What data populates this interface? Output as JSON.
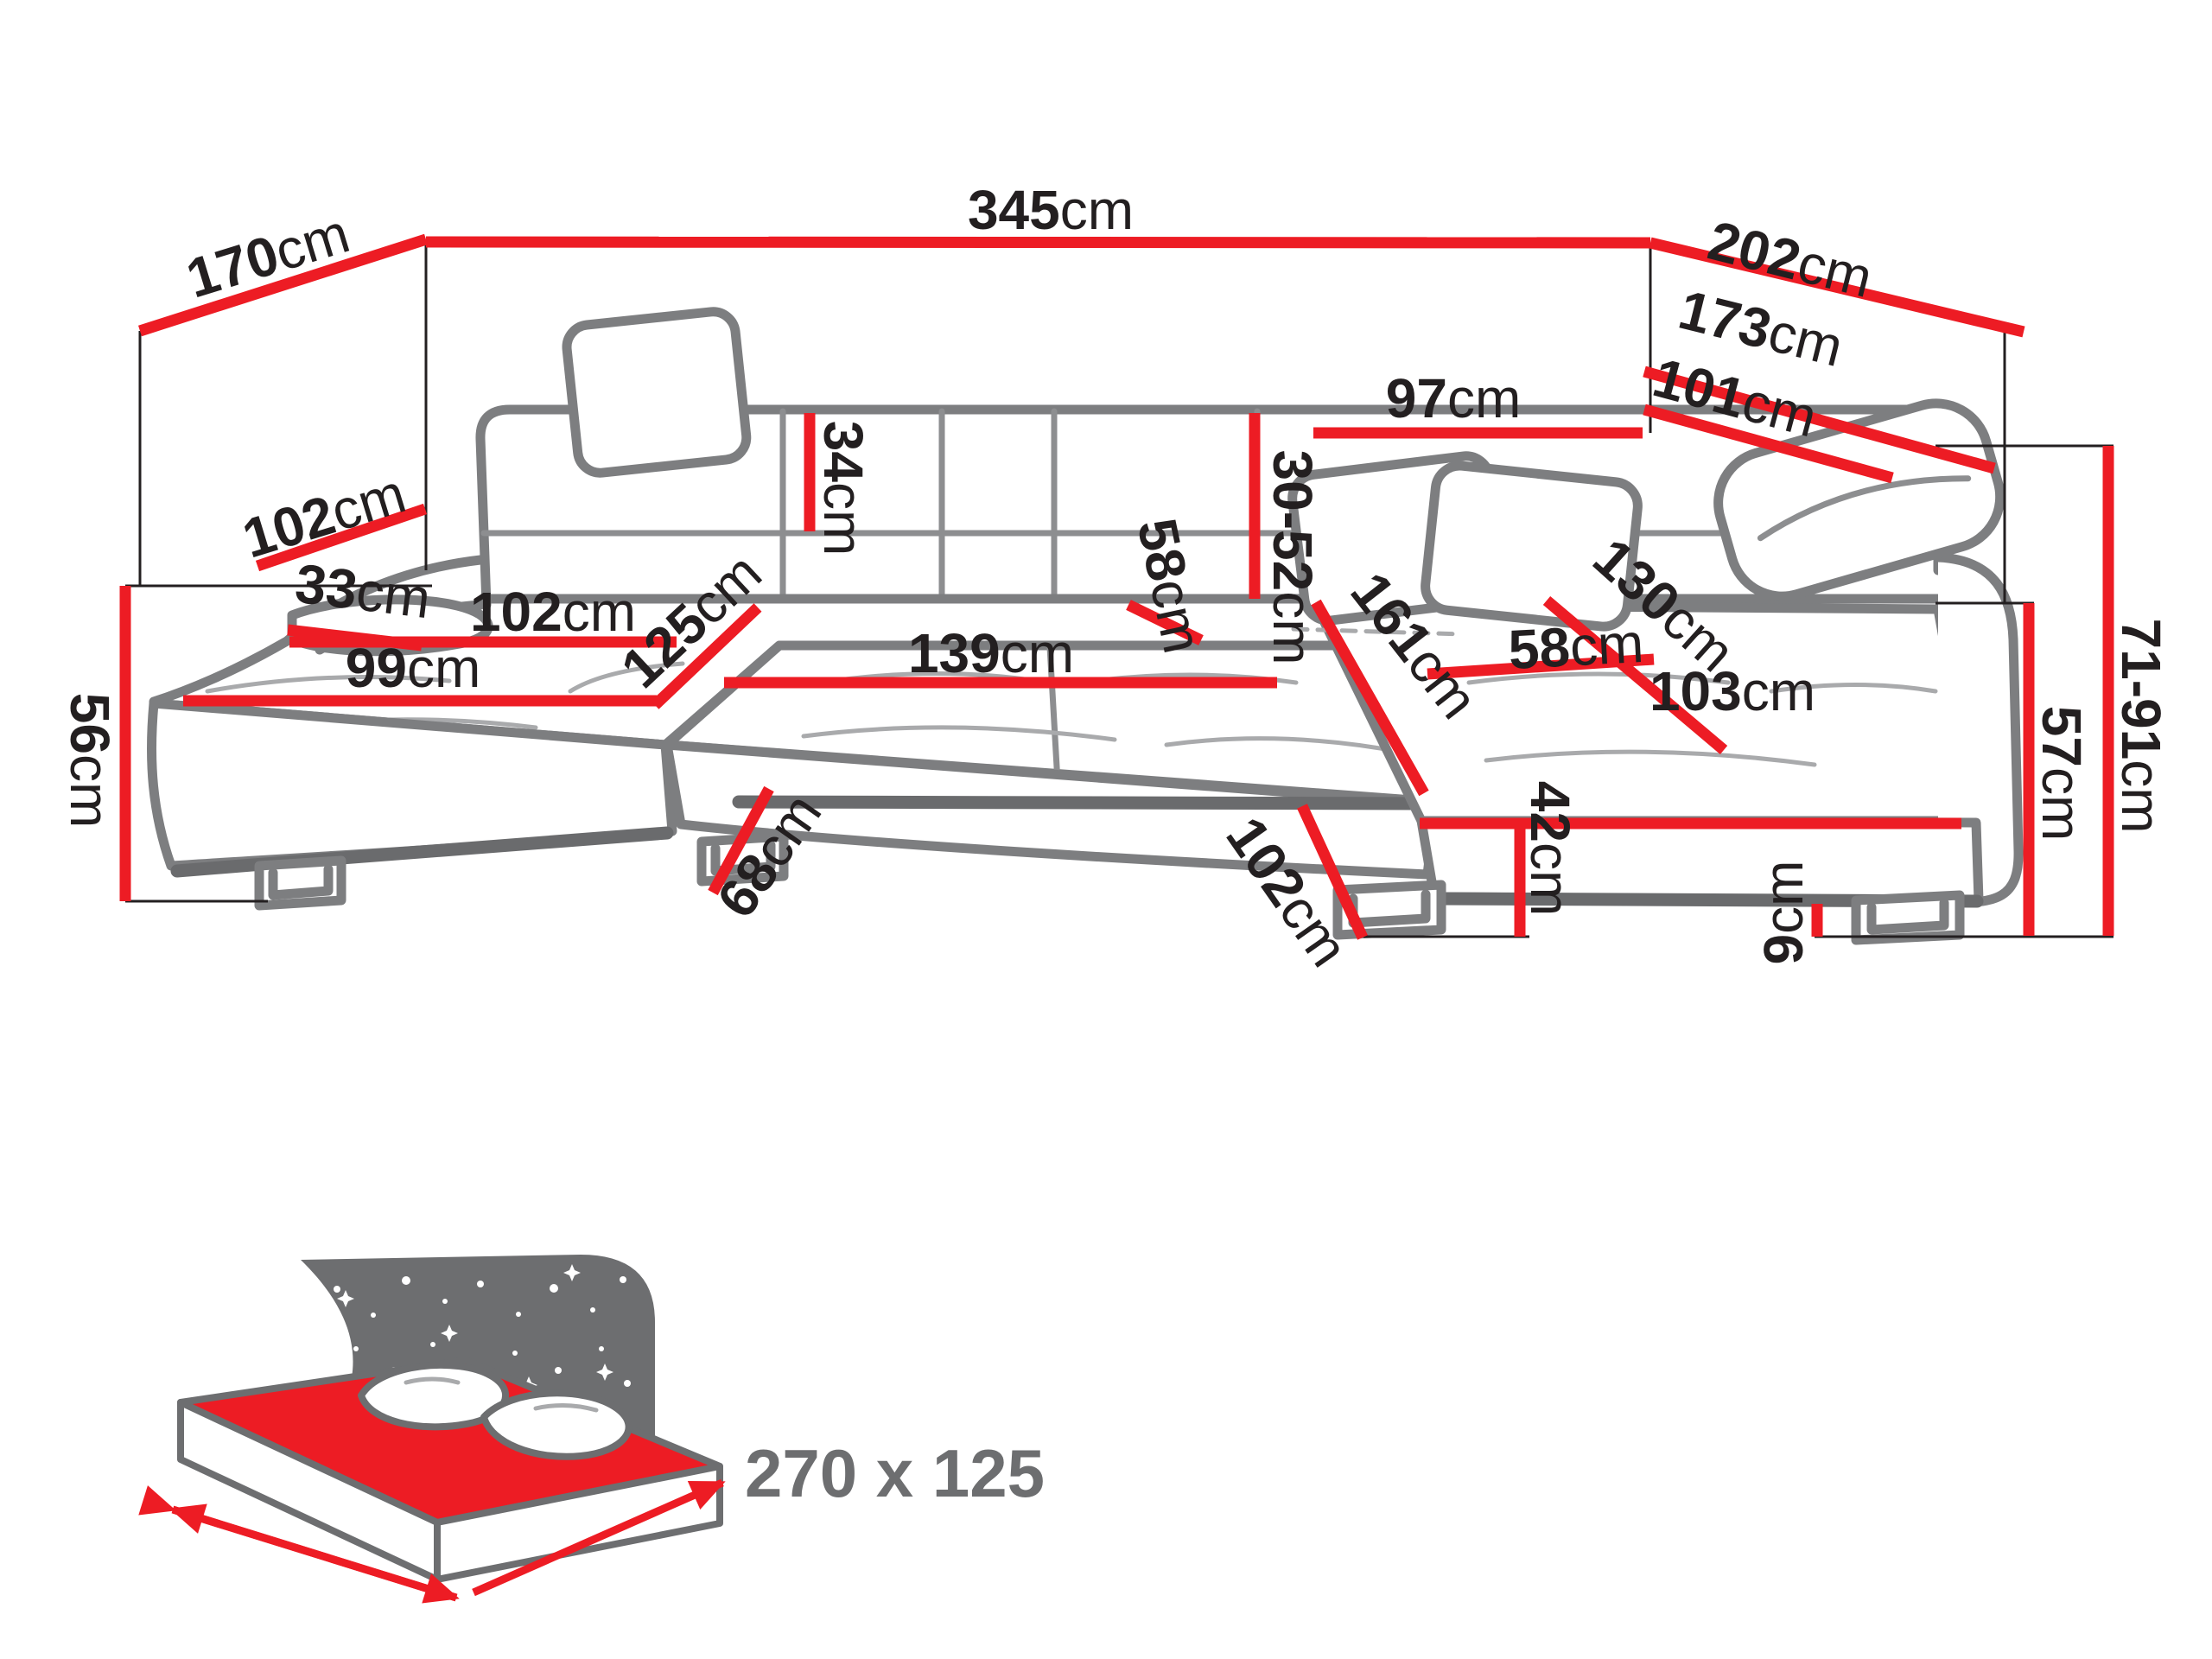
{
  "dims": {
    "d170": {
      "value": "170",
      "unit": "cm"
    },
    "d345": {
      "value": "345",
      "unit": "cm"
    },
    "d202": {
      "value": "202",
      "unit": "cm"
    },
    "d173": {
      "value": "173",
      "unit": "cm"
    },
    "d101": {
      "value": "101",
      "unit": "cm"
    },
    "d97": {
      "value": "97",
      "unit": "cm"
    },
    "d102_arm": {
      "value": "102",
      "unit": "cm"
    },
    "d33": {
      "value": "33",
      "unit": "cm"
    },
    "d102_seat": {
      "value": "102",
      "unit": "cm"
    },
    "d99": {
      "value": "99",
      "unit": "cm"
    },
    "d125": {
      "value": "125",
      "unit": "cm"
    },
    "d34": {
      "value": "34",
      "unit": "cm"
    },
    "d139": {
      "value": "139",
      "unit": "cm"
    },
    "d58_back": {
      "value": "58",
      "unit": "cm"
    },
    "d30_52": {
      "value": "30-52",
      "unit": "cm"
    },
    "d161": {
      "value": "161",
      "unit": "cm"
    },
    "d58_seat": {
      "value": "58",
      "unit": "cm"
    },
    "d130": {
      "value": "130",
      "unit": "cm"
    },
    "d103": {
      "value": "103",
      "unit": "cm"
    },
    "d42": {
      "value": "42",
      "unit": "cm"
    },
    "d102_front": {
      "value": "102",
      "unit": "cm"
    },
    "d68": {
      "value": "68",
      "unit": "cm"
    },
    "d56": {
      "value": "56",
      "unit": "cm"
    },
    "d9": {
      "value": "9",
      "unit": "cm"
    },
    "d57": {
      "value": "57",
      "unit": "cm"
    },
    "d71_91": {
      "value": "71-91",
      "unit": "cm"
    }
  },
  "bed": {
    "size_label": "270 x 125"
  },
  "colors": {
    "dimension_red": "#ed1c24",
    "outline_gray": "#7d7e80",
    "shadow_gray": "#6a6b6d",
    "label_black": "#231f20",
    "bed_gray": "#6d6e70"
  }
}
